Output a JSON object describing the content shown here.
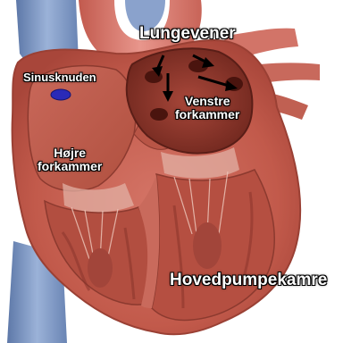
{
  "labels": {
    "pulmonary_veins": "Lungevener",
    "sinus_node": "Sinusknuden",
    "right_atrium_line1": "Højre",
    "right_atrium_line2": "forkammer",
    "left_atrium_line1": "Venstre",
    "left_atrium_line2": "forkammer",
    "ventricles": "Hovedpumpekamre"
  },
  "colors": {
    "vessel_blue": "#7f99c4",
    "vessel_blue_dark": "#5d78a8",
    "aorta_red": "#d9776f",
    "muscle": "#c45a4c",
    "chamber_dark": "#7a2c22",
    "chamber_inner": "#9e3a2c",
    "sinus_node": "#2a2ab8"
  }
}
